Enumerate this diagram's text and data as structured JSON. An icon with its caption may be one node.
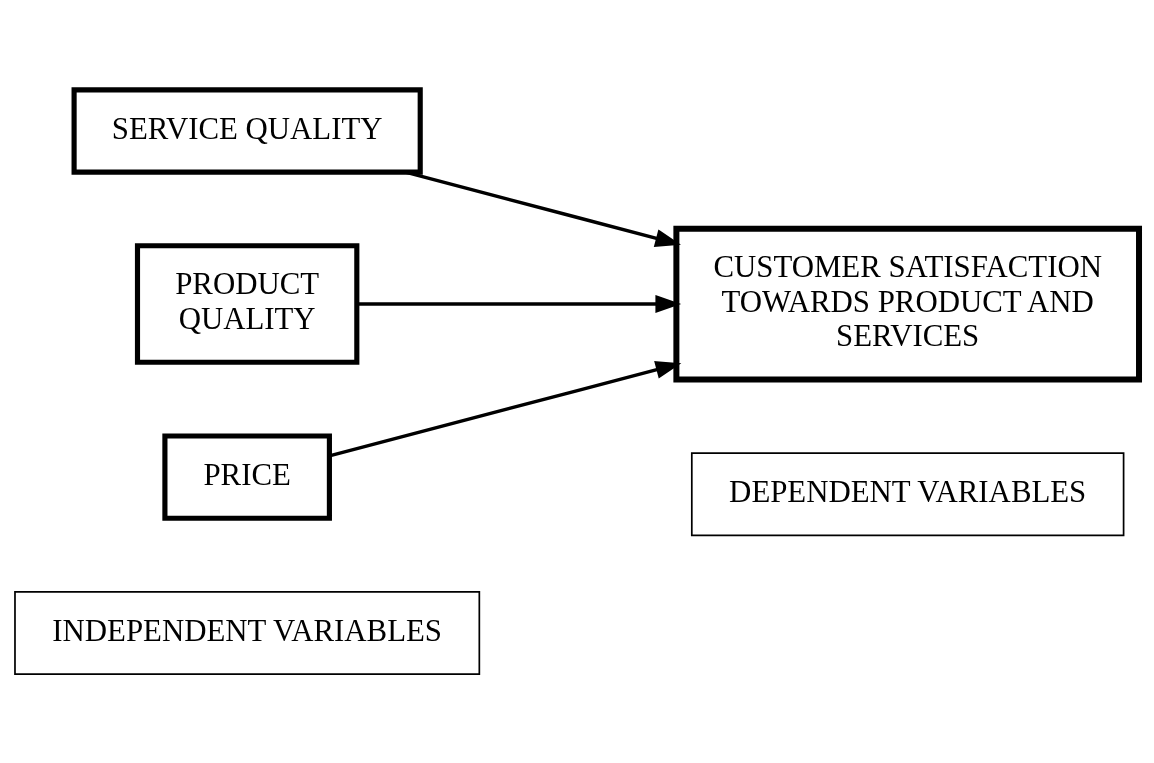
{
  "diagram": {
    "nodes": [
      {
        "text": [
          "INDEPENDENT VARIABLES"
        ]
      },
      {
        "text": [
          "DEPENDENT VARIABLES"
        ]
      },
      {
        "text": [
          "SERVICE QUALITY"
        ]
      },
      {
        "text": [
          "PRODUCT QUALITY"
        ]
      },
      {
        "text": [
          "PRICE"
        ]
      },
      {
        "text": [
          "CUSTOMER SATISFACTION TOWARDS PRODUCT AND SERVICES"
        ]
      }
    ],
    "edges": [
      {
        "from": 2,
        "to": 5,
        "arrow": "to"
      },
      {
        "from": 3,
        "to": 5,
        "arrow": "to"
      },
      {
        "from": 4,
        "to": 5,
        "arrow": "to"
      }
    ]
  }
}
